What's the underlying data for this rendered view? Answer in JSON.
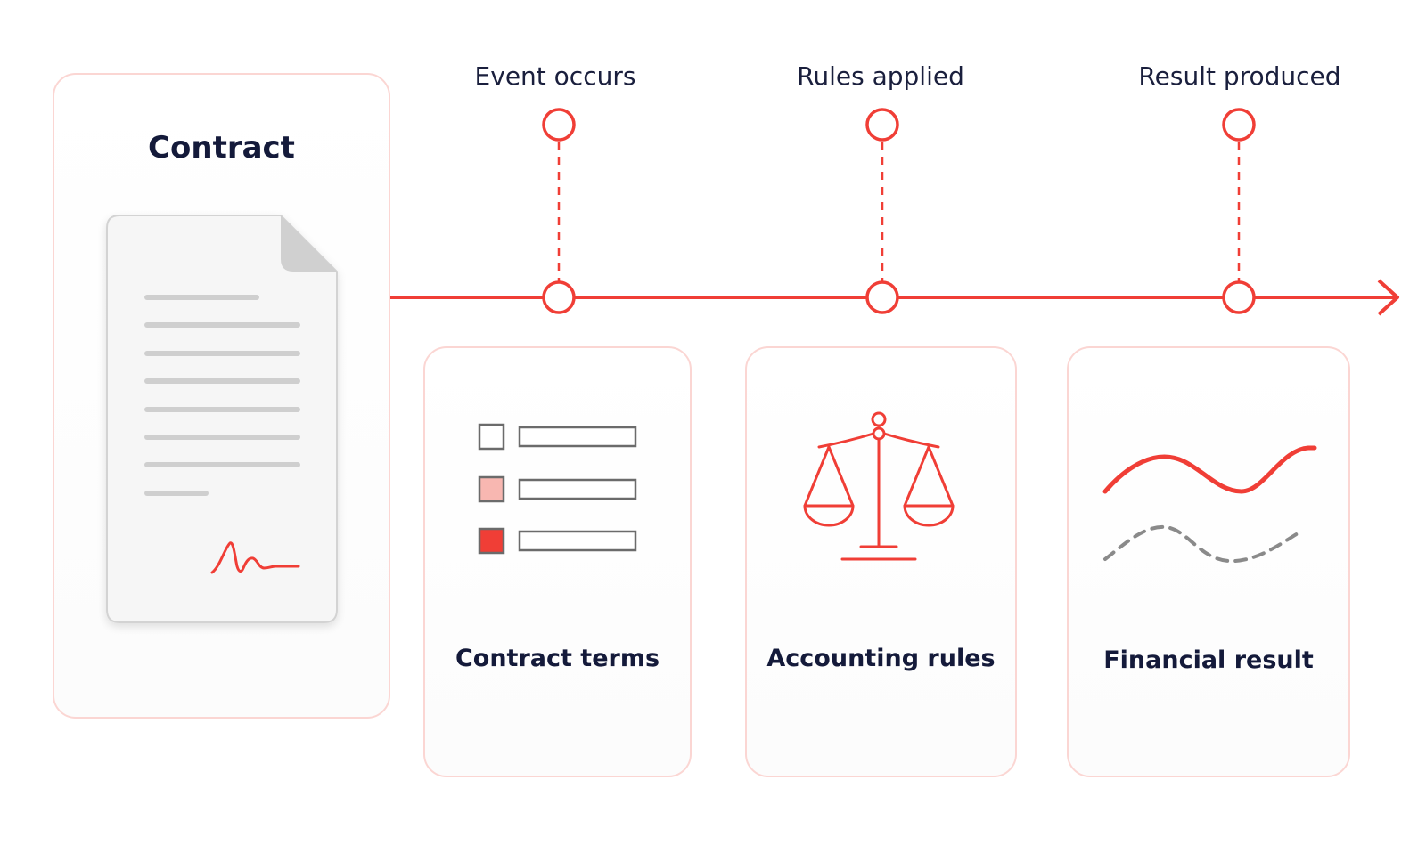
{
  "colors": {
    "accent": "#f03e36",
    "card_border": "#fbd6d3",
    "text": "#141a3a",
    "line_gray": "#cfcfcf",
    "icon_gray": "#6b6b6b"
  },
  "contract": {
    "title": "Contract",
    "icons": [
      "document-icon",
      "signature-icon"
    ]
  },
  "timeline": {
    "stages": [
      {
        "label": "Event occurs"
      },
      {
        "label": "Rules applied"
      },
      {
        "label": "Result produced"
      }
    ]
  },
  "steps": [
    {
      "title": "Contract terms",
      "icon": "checklist-icon"
    },
    {
      "title": "Accounting rules",
      "icon": "scales-icon"
    },
    {
      "title": "Financial result",
      "icon": "wave-chart-icon"
    }
  ]
}
